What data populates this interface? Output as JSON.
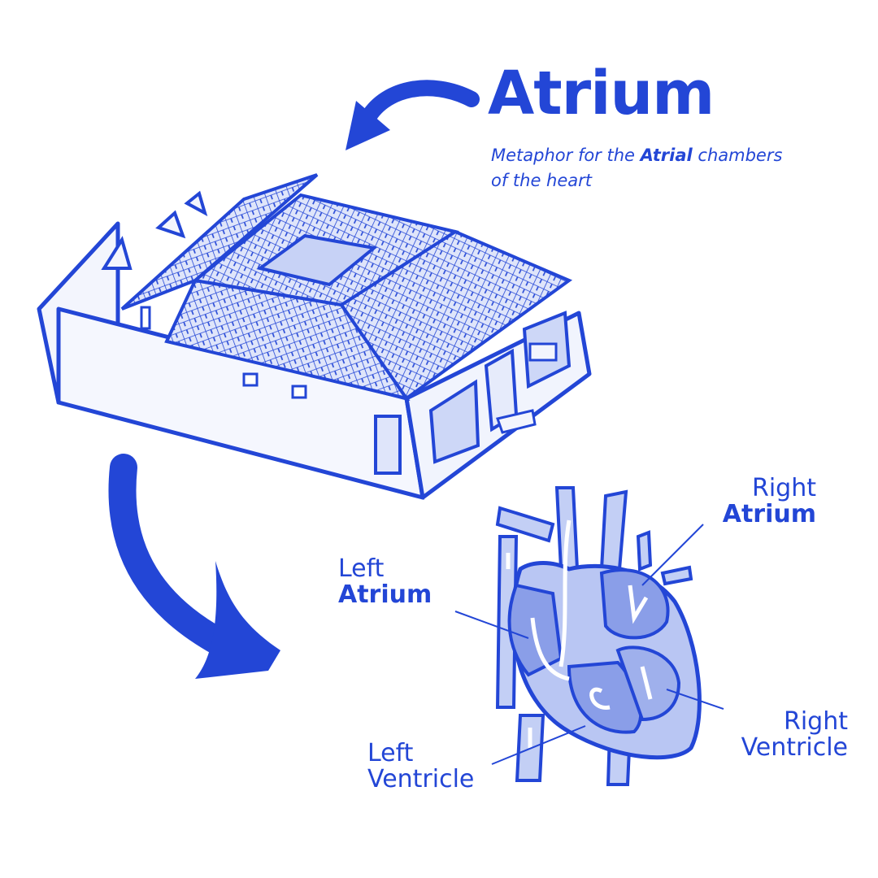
{
  "title": "Atrium",
  "subtitle": {
    "before": "Metaphor for the ",
    "emphasis": "Atrial",
    "after": " chambers of the heart"
  },
  "labels": {
    "right_atrium": {
      "line1": "Right",
      "line2": "Atrium"
    },
    "left_atrium": {
      "line1": "Left",
      "line2": "Atrium"
    },
    "left_ventricle": {
      "line1": "Left",
      "line2": "Ventricle"
    },
    "right_ventricle": {
      "line1": "Right",
      "line2": "Ventricle"
    }
  },
  "colors": {
    "ink": "#2346d6",
    "fill_light": "#e6ebfb",
    "fill_mid": "#b9c6f3",
    "fill_dark": "#8a9ee8"
  },
  "icons": {
    "top_arrow": "curved-arrow-left-icon",
    "bottom_arrow": "curved-arrow-down-right-icon"
  }
}
